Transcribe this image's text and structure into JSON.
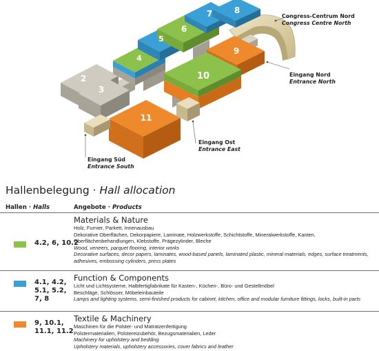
{
  "map": {
    "halls": [
      {
        "id": "2",
        "color": "#c3c0b9"
      },
      {
        "id": "3",
        "color": "#c3c0b9"
      },
      {
        "id": "4",
        "color": "#8cc24c"
      },
      {
        "id": "5",
        "color": "#3aa0d6"
      },
      {
        "id": "6",
        "color": "#8cc24c"
      },
      {
        "id": "7",
        "color": "#3aa0d6"
      },
      {
        "id": "8",
        "color": "#3aa0d6"
      },
      {
        "id": "9",
        "color": "#ef8a2c"
      },
      {
        "id": "10",
        "color": "#8cc24c"
      },
      {
        "id": "11",
        "color": "#ef8a2c"
      }
    ],
    "labels": {
      "congress_de": "Congress-Centrum Nord",
      "congress_en": "Congress Centre North",
      "nord_de": "Eingang Nord",
      "nord_en": "Entrance North",
      "ost_de": "Eingang Ost",
      "ost_en": "Entrance East",
      "sued_de": "Eingang Süd",
      "sued_en": "Entrance South"
    }
  },
  "allocation": {
    "title_de": "Hallenbelegung · ",
    "title_en": "Hall allocation",
    "col_halls_de": "Hallen · ",
    "col_halls_en": "Halls",
    "col_products_de": "Angebote · ",
    "col_products_en": "Products",
    "rows": [
      {
        "color": "#8cc24c",
        "halls": "4.2, 6, 10.2",
        "title": "Materials & Nature",
        "de": "Holz, Furnier, Parkett, Innenausbau\nDekorative Oberflächen, Dekorpapiere, Laminate, Holzwerkstoffe, Schichtstoffe, Mineralwerkstoffe, Kanten, Oberflächenbehandlungen, Klebstoffe, Prägezylinder, Bleche",
        "en": "Wood, veneers, parquet flooring, interior works\nDecorative surfaces, decor papers, laminates, wood-based panels, laminated plastic, mineral materials, edges, surface treatments, adhesives, embossing cylinders, press plates"
      },
      {
        "color": "#3aa0d6",
        "halls": "4.1, 4.2,\n5.1, 5.2,\n7, 8",
        "title": "Function & Components",
        "de": "Licht und Lichtsysteme, Halbfertigfabrikate für Kasten-, Küchen-, Büro- und Gestellmöbel\nBeschläge, Schlösser, Möbeleinbauteile",
        "en": "Lamps and lighting systems, semi-finished products for cabinet, kitchen, office and modular furniture fittings, locks, built-in parts"
      },
      {
        "color": "#ef8a2c",
        "halls": "9, 10.1,\n11.1, 11.2",
        "title": "Textile & Machinery",
        "de": "Maschinen für die Polster- und Matratzenfertigung\nPolstermaterialien, Polstereizubehör, Bezugsmaterialien, Leder",
        "en": "Machinery for upholstery and bedding\nUpholstery materials, upholstery accessories, cover fabrics and leather"
      }
    ]
  }
}
